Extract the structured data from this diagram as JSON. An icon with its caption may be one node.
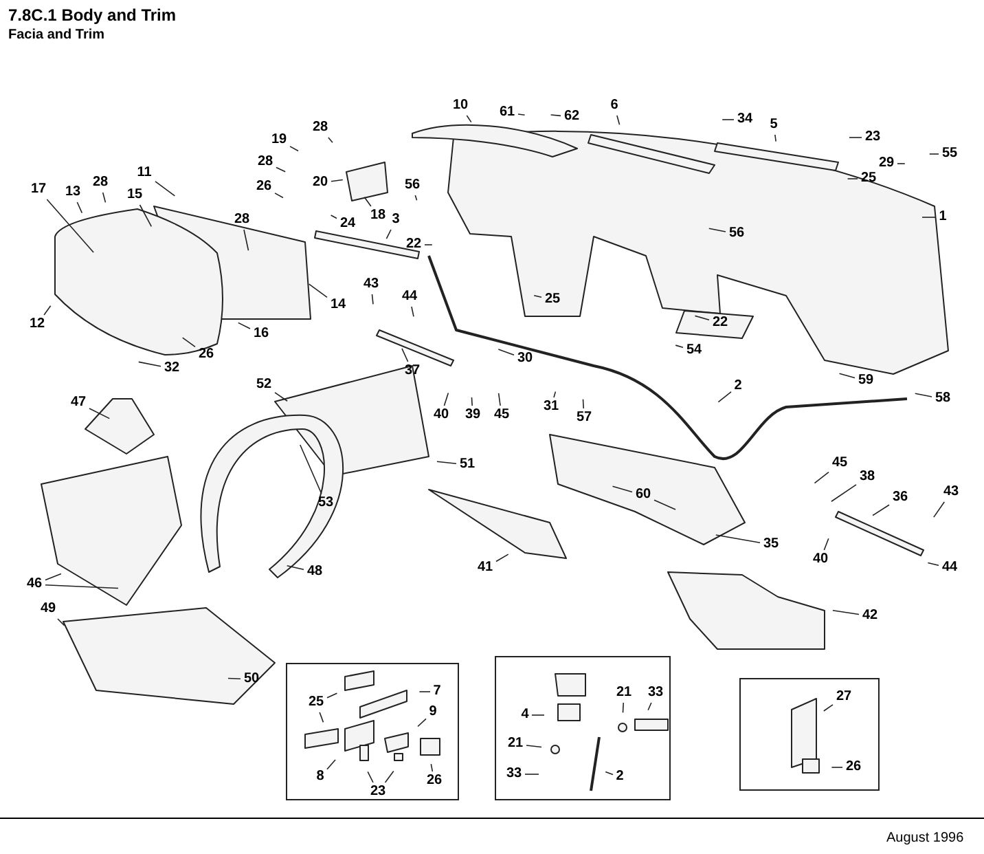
{
  "diagram": {
    "title": "7.8C.1 Body and Trim",
    "nodes": [
      {
        "text": [
          "10"
        ]
      },
      {
        "text": [
          "61"
        ]
      },
      {
        "text": [
          "62"
        ]
      },
      {
        "text": [
          "6"
        ]
      },
      {
        "text": [
          "34"
        ]
      },
      {
        "text": [
          "5"
        ]
      },
      {
        "text": [
          "28"
        ]
      },
      {
        "text": [
          "23"
        ]
      },
      {
        "text": [
          "19"
        ]
      },
      {
        "text": [
          "55"
        ]
      },
      {
        "text": [
          "28"
        ]
      },
      {
        "text": [
          "29"
        ]
      },
      {
        "text": [
          "11"
        ]
      },
      {
        "text": [
          "25"
        ]
      },
      {
        "text": [
          "20"
        ]
      },
      {
        "text": [
          "28"
        ]
      },
      {
        "text": [
          "56"
        ]
      },
      {
        "text": [
          "26"
        ]
      },
      {
        "text": [
          "17"
        ]
      },
      {
        "text": [
          "13"
        ]
      },
      {
        "text": [
          "15"
        ]
      },
      {
        "text": [
          "18"
        ]
      },
      {
        "text": [
          "1"
        ]
      },
      {
        "text": [
          "28"
        ]
      },
      {
        "text": [
          "3"
        ]
      },
      {
        "text": [
          "24"
        ]
      },
      {
        "text": [
          "56"
        ]
      },
      {
        "text": [
          "22"
        ]
      },
      {
        "text": [
          "43"
        ]
      },
      {
        "text": [
          "44"
        ]
      },
      {
        "text": [
          "25"
        ]
      },
      {
        "text": [
          "14"
        ]
      },
      {
        "text": [
          "22"
        ]
      },
      {
        "text": [
          "12"
        ]
      },
      {
        "text": [
          "16"
        ]
      },
      {
        "text": [
          "54"
        ]
      },
      {
        "text": [
          "26"
        ]
      },
      {
        "text": [
          "30"
        ]
      },
      {
        "text": [
          "32"
        ]
      },
      {
        "text": [
          "37"
        ]
      },
      {
        "text": [
          "59"
        ]
      },
      {
        "text": [
          "52"
        ]
      },
      {
        "text": [
          "2"
        ]
      },
      {
        "text": [
          "58"
        ]
      },
      {
        "text": [
          "47"
        ]
      },
      {
        "text": [
          "31"
        ]
      },
      {
        "text": [
          "40"
        ]
      },
      {
        "text": [
          "39"
        ]
      },
      {
        "text": [
          "45"
        ]
      },
      {
        "text": [
          "57"
        ]
      },
      {
        "text": [
          "45"
        ]
      },
      {
        "text": [
          "51"
        ]
      },
      {
        "text": [
          "38"
        ]
      },
      {
        "text": [
          "43"
        ]
      },
      {
        "text": [
          "36"
        ]
      },
      {
        "text": [
          "60"
        ]
      },
      {
        "text": [
          "53"
        ]
      },
      {
        "text": [
          "35"
        ]
      },
      {
        "text": [
          "40"
        ]
      },
      {
        "text": [
          "44"
        ]
      },
      {
        "text": [
          "41"
        ]
      },
      {
        "text": [
          "48"
        ]
      },
      {
        "text": [
          "46"
        ]
      },
      {
        "text": [
          "49"
        ]
      },
      {
        "text": [
          "42"
        ]
      },
      {
        "text": [
          "50"
        ]
      },
      {
        "text": [],
        "shape": "box"
      },
      {
        "text": [
          "25"
        ],
        "in": 66
      },
      {
        "text": [
          "7"
        ],
        "in": 66
      },
      {
        "text": [
          "9"
        ],
        "in": 66
      },
      {
        "text": [
          "8"
        ],
        "in": 66
      },
      {
        "text": [
          "23"
        ],
        "in": 66
      },
      {
        "text": [
          "26"
        ],
        "in": 66
      },
      {
        "text": [],
        "shape": "box"
      },
      {
        "text": [
          "21"
        ],
        "in": 73
      },
      {
        "text": [
          "33"
        ],
        "in": 73
      },
      {
        "text": [
          "4"
        ],
        "in": 73
      },
      {
        "text": [
          "21"
        ],
        "in": 73
      },
      {
        "text": [
          "33"
        ],
        "in": 73
      },
      {
        "text": [
          "2"
        ],
        "in": 73
      },
      {
        "text": [],
        "shape": "box"
      },
      {
        "text": [
          "27"
        ],
        "in": 80
      },
      {
        "text": [
          "26"
        ],
        "in": 80
      }
    ],
    "edges": [
      {
        "from": 0,
        "to": null,
        "arrow": "none"
      },
      {
        "from": 1,
        "to": null,
        "arrow": "none"
      },
      {
        "from": 2,
        "to": null,
        "arrow": "none"
      },
      {
        "from": 3,
        "to": null,
        "arrow": "none"
      },
      {
        "from": 4,
        "to": null,
        "arrow": "none"
      },
      {
        "from": 5,
        "to": null,
        "arrow": "none"
      },
      {
        "from": 6,
        "to": null,
        "arrow": "none"
      },
      {
        "from": 7,
        "to": null,
        "arrow": "none"
      },
      {
        "from": 8,
        "to": null,
        "arrow": "none"
      },
      {
        "from": 9,
        "to": null,
        "arrow": "none"
      },
      {
        "from": 10,
        "to": null,
        "arrow": "none"
      },
      {
        "from": 11,
        "to": null,
        "arrow": "none"
      },
      {
        "from": 12,
        "to": null,
        "arrow": "none"
      },
      {
        "from": 13,
        "to": null,
        "arrow": "none"
      },
      {
        "from": 14,
        "to": null,
        "arrow": "none"
      },
      {
        "from": 15,
        "to": null,
        "arrow": "none"
      },
      {
        "from": 16,
        "to": null,
        "arrow": "none"
      },
      {
        "from": 17,
        "to": null,
        "arrow": "none"
      },
      {
        "from": 18,
        "to": null,
        "arrow": "none"
      },
      {
        "from": 19,
        "to": null,
        "arrow": "none"
      },
      {
        "from": 20,
        "to": null,
        "arrow": "none"
      },
      {
        "from": 21,
        "to": null,
        "arrow": "none"
      },
      {
        "from": 22,
        "to": null,
        "arrow": "none"
      },
      {
        "from": 23,
        "to": null,
        "arrow": "none"
      },
      {
        "from": 24,
        "to": null,
        "arrow": "none"
      },
      {
        "from": 25,
        "to": null,
        "arrow": "none"
      },
      {
        "from": 26,
        "to": null,
        "arrow": "none"
      },
      {
        "from": 27,
        "to": null,
        "arrow": "none"
      },
      {
        "from": 28,
        "to": null,
        "arrow": "none"
      },
      {
        "from": 29,
        "to": null,
        "arrow": "none"
      },
      {
        "from": 30,
        "to": null,
        "arrow": "none"
      },
      {
        "from": 31,
        "to": null,
        "arrow": "none"
      },
      {
        "from": 32,
        "to": null,
        "arrow": "none"
      },
      {
        "from": 33,
        "to": null,
        "arrow": "none"
      },
      {
        "from": 34,
        "to": null,
        "arrow": "none"
      },
      {
        "from": 35,
        "to": null,
        "arrow": "none"
      },
      {
        "from": 36,
        "to": null,
        "arrow": "none"
      },
      {
        "from": 37,
        "to": null,
        "arrow": "none"
      },
      {
        "from": 38,
        "to": null,
        "arrow": "none"
      },
      {
        "from": 39,
        "to": null,
        "arrow": "none"
      },
      {
        "from": 40,
        "to": null,
        "arrow": "none"
      },
      {
        "from": 41,
        "to": null,
        "arrow": "none"
      },
      {
        "from": 42,
        "to": null,
        "arrow": "none"
      },
      {
        "from": 43,
        "to": null,
        "arrow": "none"
      },
      {
        "from": 44,
        "to": null,
        "arrow": "none"
      },
      {
        "from": 45,
        "to": null,
        "arrow": "none"
      },
      {
        "from": 46,
        "to": null,
        "arrow": "none"
      },
      {
        "from": 47,
        "to": null,
        "arrow": "none"
      },
      {
        "from": 48,
        "to": null,
        "arrow": "none"
      },
      {
        "from": 49,
        "to": null,
        "arrow": "none"
      },
      {
        "from": 50,
        "to": null,
        "arrow": "none"
      },
      {
        "from": 51,
        "to": null,
        "arrow": "none"
      },
      {
        "from": 52,
        "to": null,
        "arrow": "none"
      },
      {
        "from": 53,
        "to": null,
        "arrow": "none"
      },
      {
        "from": 54,
        "to": null,
        "arrow": "none"
      },
      {
        "from": 55,
        "to": null,
        "arrow": "none"
      },
      {
        "from": 55,
        "to": null,
        "arrow": "none"
      },
      {
        "from": 56,
        "to": null,
        "arrow": "none"
      },
      {
        "from": 57,
        "to": null,
        "arrow": "none"
      },
      {
        "from": 58,
        "to": null,
        "arrow": "none"
      },
      {
        "from": 59,
        "to": null,
        "arrow": "none"
      },
      {
        "from": 60,
        "to": null,
        "arrow": "none"
      },
      {
        "from": 61,
        "to": null,
        "arrow": "none"
      },
      {
        "from": 62,
        "to": null,
        "arrow": "none"
      },
      {
        "from": 62,
        "to": null,
        "arrow": "none"
      },
      {
        "from": 63,
        "to": null,
        "arrow": "none"
      },
      {
        "from": 64,
        "to": null,
        "arrow": "none"
      },
      {
        "from": 65,
        "to": null,
        "arrow": "none"
      },
      {
        "from": 67,
        "to": null,
        "arrow": "none"
      },
      {
        "from": 67,
        "to": null,
        "arrow": "none"
      },
      {
        "from": 68,
        "to": null,
        "arrow": "none"
      },
      {
        "from": 69,
        "to": null,
        "arrow": "none"
      },
      {
        "from": 70,
        "to": null,
        "arrow": "none"
      },
      {
        "from": 71,
        "to": null,
        "arrow": "none"
      },
      {
        "from": 71,
        "to": null,
        "arrow": "none"
      },
      {
        "from": 72,
        "to": null,
        "arrow": "none"
      },
      {
        "from": 74,
        "to": null,
        "arrow": "none"
      },
      {
        "from": 75,
        "to": null,
        "arrow": "none"
      },
      {
        "from": 76,
        "to": null,
        "arrow": "none"
      },
      {
        "from": 77,
        "to": null,
        "arrow": "none"
      },
      {
        "from": 78,
        "to": null,
        "arrow": "none"
      },
      {
        "from": 79,
        "to": null,
        "arrow": "none"
      },
      {
        "from": 81,
        "to": null,
        "arrow": "none"
      },
      {
        "from": 82,
        "to": null,
        "arrow": "none"
      }
    ],
    "labels": [
      "Facia and Trim",
      "August 1996"
    ]
  }
}
